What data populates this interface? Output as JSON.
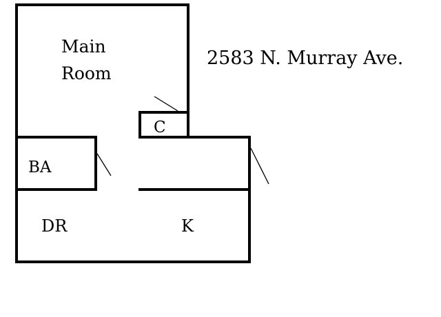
{
  "address": "2583 N. Murray Ave.",
  "rooms": {
    "main_room_line1": "Main",
    "main_room_line2": "Room",
    "closet": "C",
    "bathroom": "BA",
    "dining_room": "DR",
    "kitchen": "K"
  },
  "colors": {
    "wall": "#000000",
    "background": "#ffffff"
  }
}
